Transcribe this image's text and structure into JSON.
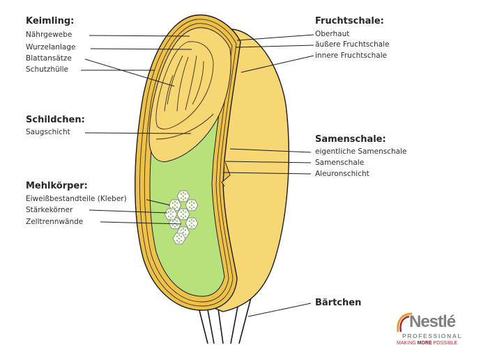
{
  "diagram": {
    "title": "Aufbau eines Getreidekorns",
    "colors": {
      "shell": "#f7d774",
      "shell_dark": "#eec24a",
      "endosperm": "#b7e27b",
      "outline": "#1a1a1a",
      "cell_dot": "#86c55a"
    }
  },
  "groups": {
    "keimling": {
      "heading": "Keimling:",
      "items": [
        "Nährgewebe",
        "Wurzelanlage",
        "Blattansätze",
        "Schutzhülle"
      ]
    },
    "schildchen": {
      "heading": "Schildchen:",
      "items": [
        "Saugschicht"
      ]
    },
    "mehlkoerper": {
      "heading": "Mehlkörper:",
      "items": [
        "Eiweißbestandteile (Kleber)",
        "Stärkekörner",
        "Zelltrennwände"
      ]
    },
    "fruchtschale": {
      "heading": "Fruchtschale:",
      "items": [
        "Oberhaut",
        "äußere Fruchtschale",
        "innere Fruchtschale"
      ]
    },
    "samenschale": {
      "heading": "Samenschale:",
      "items": [
        "eigentliche Samenschale",
        "Samenschale",
        "Aleuronschicht"
      ]
    },
    "baertchen": {
      "heading": "Bärtchen"
    }
  },
  "logo": {
    "brand": "Nestlé",
    "sub": "PROFESSIONAL",
    "tagline_pre": "MAKING ",
    "tagline_bold": "MORE",
    "tagline_post": " POSSIBLE."
  }
}
